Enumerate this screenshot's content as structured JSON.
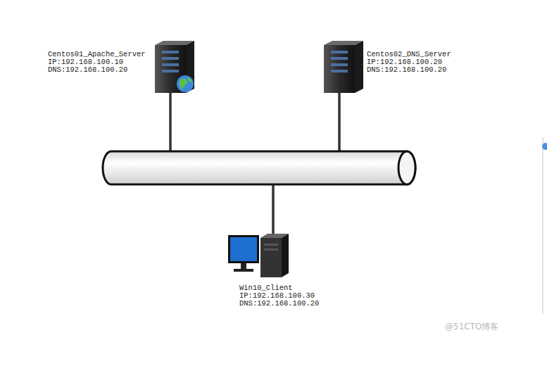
{
  "diagram": {
    "nodes": [
      {
        "text": [
          "Centos01_Apache_Server",
          "IP:192.168.100.10",
          "DNS:192.168.100.20"
        ]
      },
      {
        "text": [
          "Centos02_DNS_Server",
          "IP:192.168.100.20",
          "DNS:192.168.100.20"
        ]
      },
      {
        "text": [
          "Win10_Client",
          "IP:192.168.100.30",
          "DNS:192.168.100.20"
        ]
      }
    ],
    "edges": [
      {
        "from": 0,
        "to": 2,
        "arrow": "none"
      },
      {
        "from": 1,
        "to": 2,
        "arrow": "none"
      },
      {
        "from": 0,
        "to": 1,
        "arrow": "none"
      }
    ],
    "labels": [
      "@51CTO博客"
    ]
  }
}
